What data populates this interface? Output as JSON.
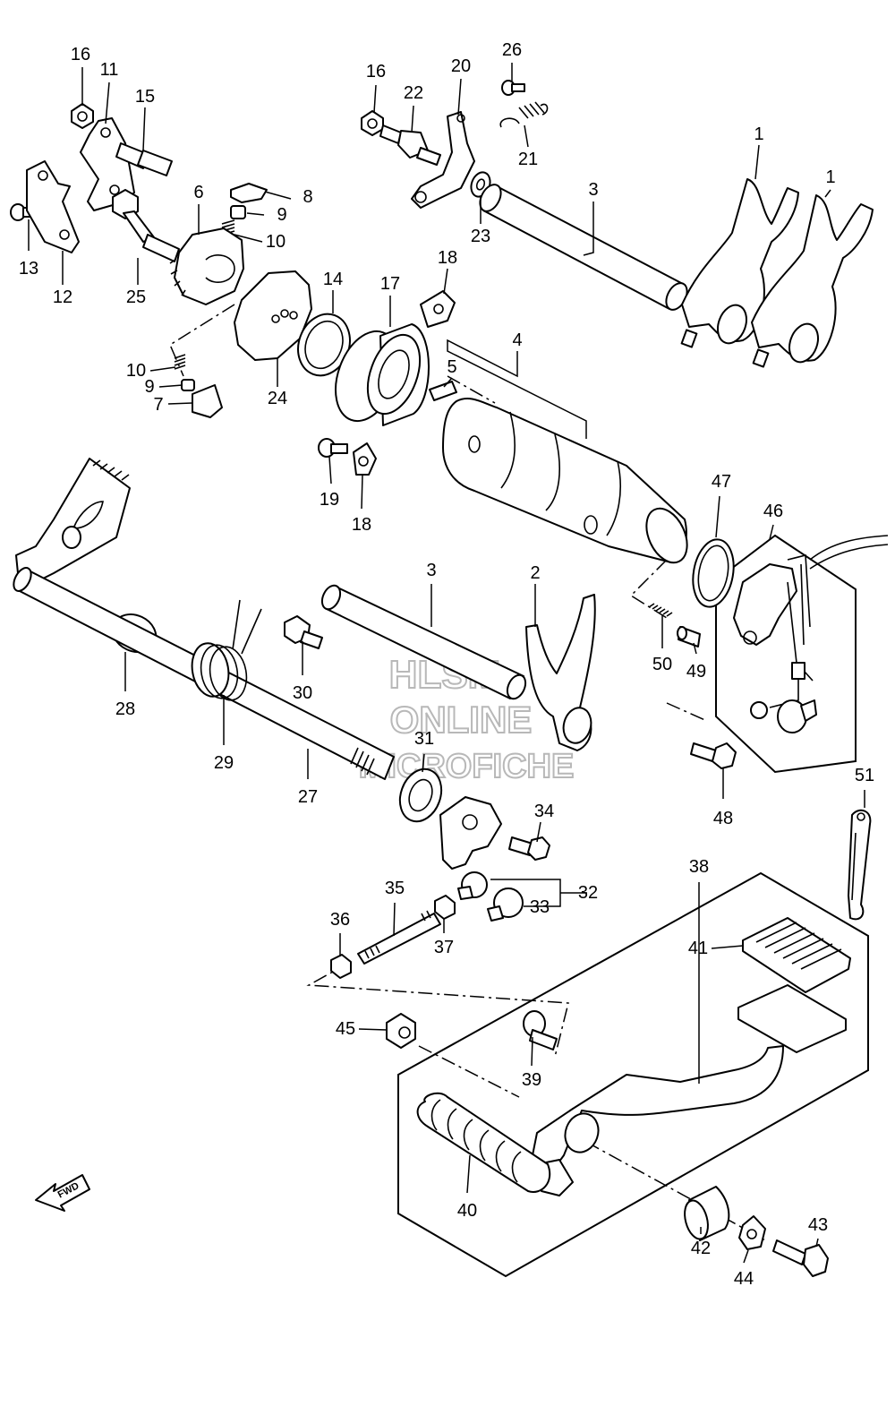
{
  "watermark": {
    "line1": "HLSM",
    "line2": "ONLINE",
    "line3": "MICROFICHE"
  },
  "fwd_label": "FWD",
  "callouts": {
    "c1a": "1",
    "c1b": "1",
    "c2": "2",
    "c3a": "3",
    "c3b": "3",
    "c4": "4",
    "c5": "5",
    "c6": "6",
    "c7": "7",
    "c8": "8",
    "c9a": "9",
    "c9b": "9",
    "c10a": "10",
    "c10b": "10",
    "c11": "11",
    "c12": "12",
    "c13": "13",
    "c14": "14",
    "c15": "15",
    "c16a": "16",
    "c16b": "16",
    "c17": "17",
    "c18a": "18",
    "c18b": "18",
    "c19": "19",
    "c20": "20",
    "c21": "21",
    "c22": "22",
    "c23": "23",
    "c24": "24",
    "c25": "25",
    "c26": "26",
    "c27": "27",
    "c28": "28",
    "c29": "29",
    "c30": "30",
    "c31": "31",
    "c32": "32",
    "c33": "33",
    "c34": "34",
    "c35": "35",
    "c36": "36",
    "c37": "37",
    "c38": "38",
    "c39": "39",
    "c40": "40",
    "c41": "41",
    "c42": "42",
    "c43": "43",
    "c44": "44",
    "c45": "45",
    "c46": "46",
    "c47": "47",
    "c48": "48",
    "c49": "49",
    "c50": "50",
    "c51": "51"
  }
}
